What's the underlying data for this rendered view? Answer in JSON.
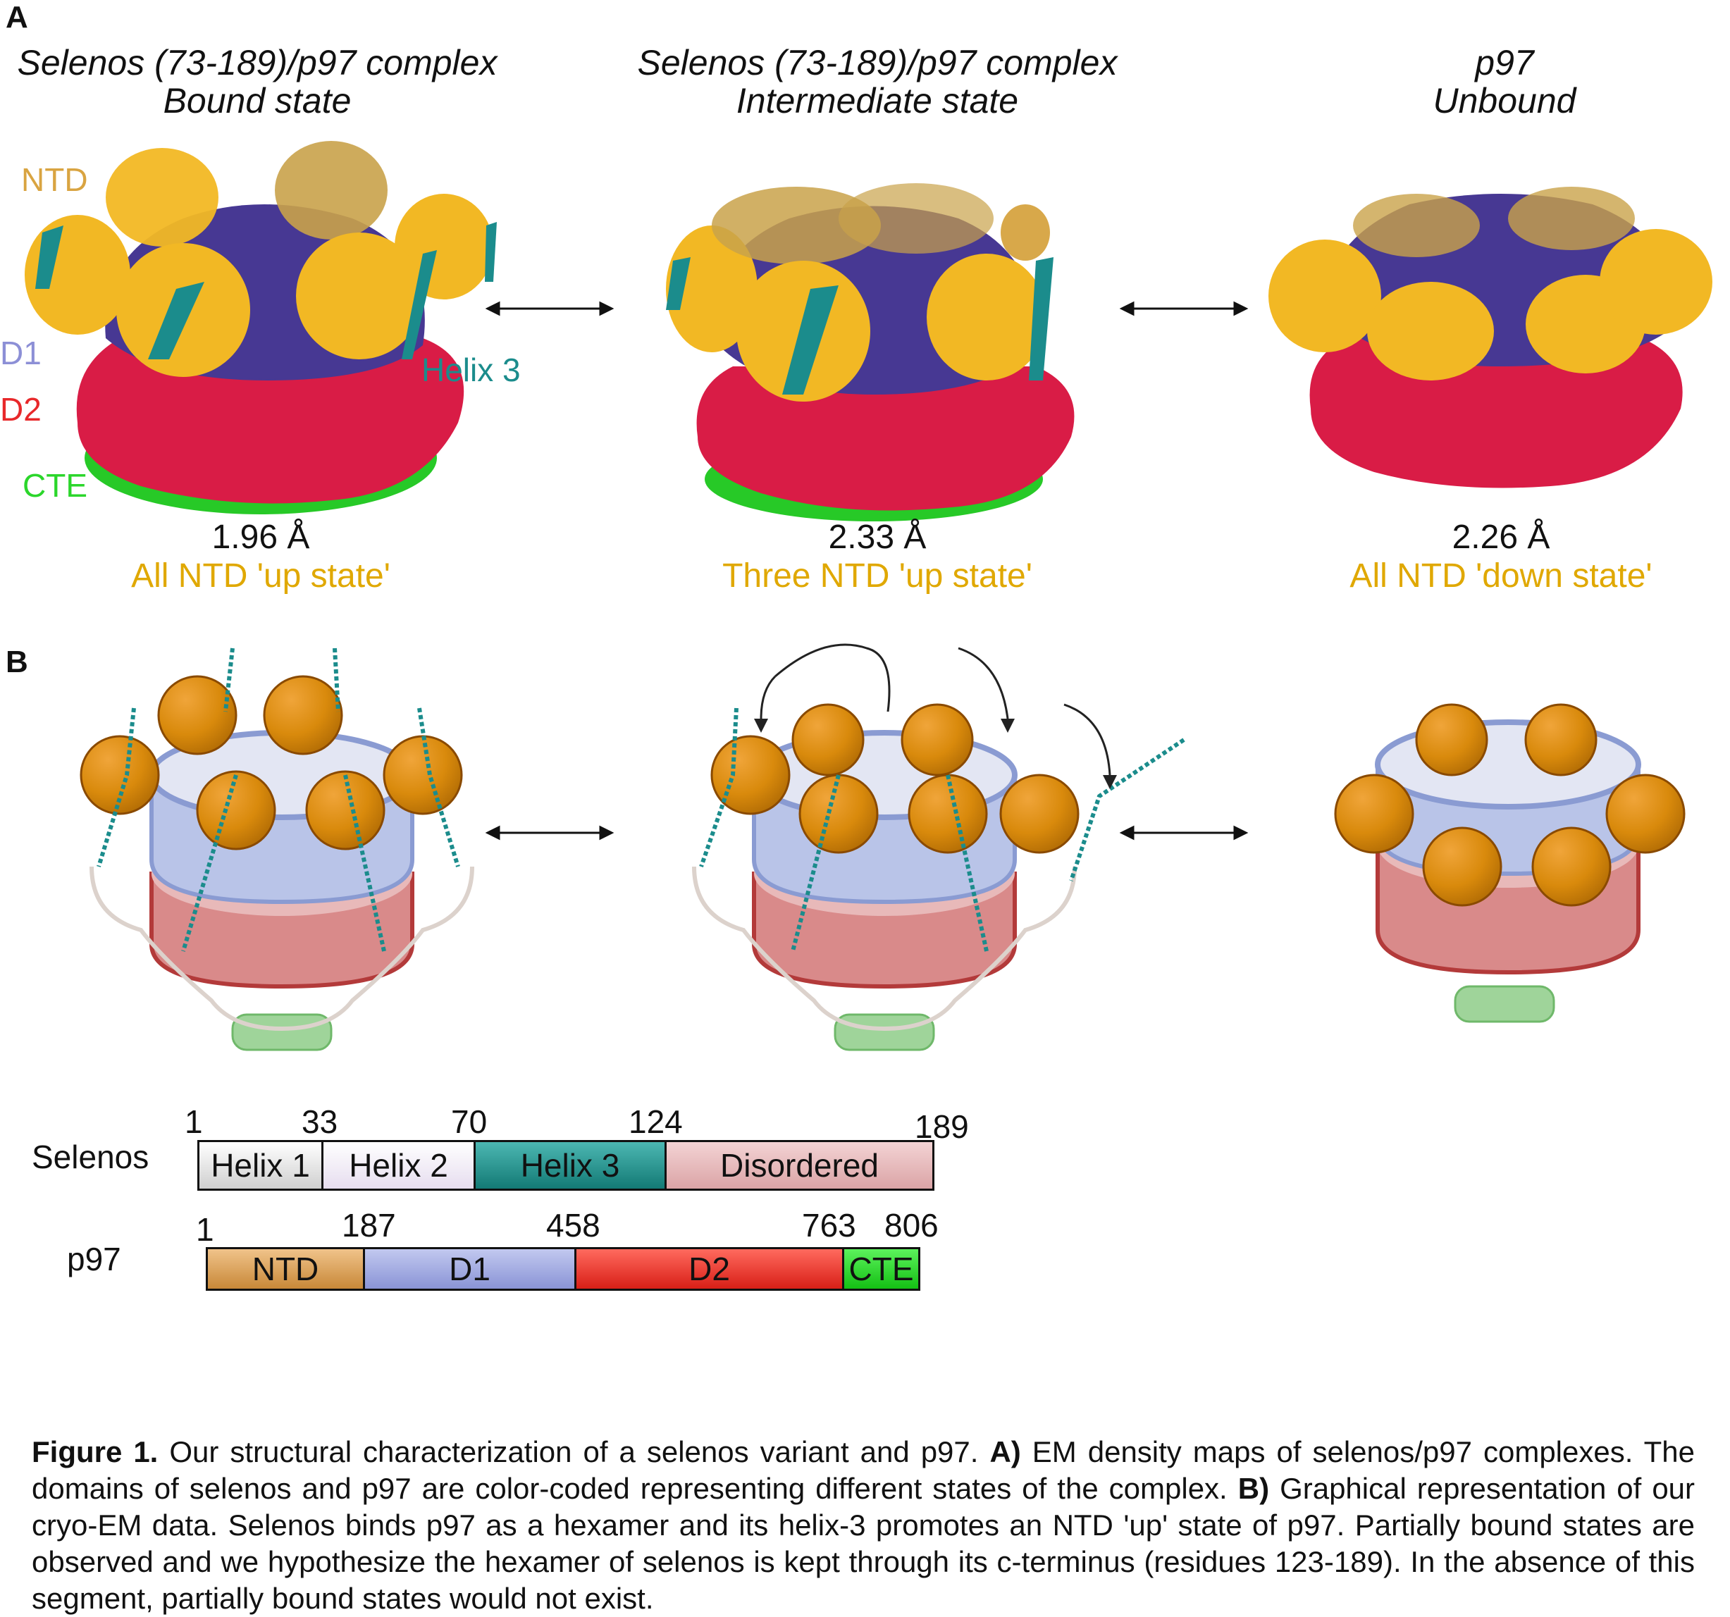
{
  "panel_a": {
    "letter": "A",
    "maps": [
      {
        "title_line1": "Selenos (73-189)/p97 complex",
        "title_line2": "Bound state",
        "resolution": "1.96 Å",
        "ntd_state": "All NTD 'up state'"
      },
      {
        "title_line1": "Selenos (73-189)/p97 complex",
        "title_line2": "Intermediate state",
        "resolution": "2.33 Å",
        "ntd_state": "Three NTD 'up state'"
      },
      {
        "title_line1": "p97",
        "title_line2": "Unbound",
        "resolution": "2.26 Å",
        "ntd_state": "All NTD 'down state'"
      }
    ],
    "domain_labels": {
      "ntd": "NTD",
      "d1": "D1",
      "d2": "D2",
      "cte": "CTE",
      "helix3": "Helix 3"
    }
  },
  "panel_b": {
    "letter": "B"
  },
  "selenos_bar": {
    "name": "Selenos",
    "boundaries": [
      "1",
      "33",
      "70",
      "124",
      "189"
    ],
    "segments": [
      {
        "label": "Helix 1",
        "color": "#f2f2f2"
      },
      {
        "label": "Helix 2",
        "color": "#efe8f4"
      },
      {
        "label": "Helix 3",
        "color": "#1f8f8a"
      },
      {
        "label": "Disordered",
        "color": "#e7b7b9"
      }
    ]
  },
  "p97_bar": {
    "name": "p97",
    "boundaries": [
      "1",
      "187",
      "458",
      "763",
      "806"
    ],
    "segments": [
      {
        "label": "NTD",
        "color": "#d99a4a"
      },
      {
        "label": "D1",
        "color": "#9aa3dc"
      },
      {
        "label": "D2",
        "color": "#e8281f"
      },
      {
        "label": "CTE",
        "color": "#1fd61f"
      }
    ]
  },
  "colors": {
    "ntd": "#f2b824",
    "d1": "#473893",
    "d2": "#d91c46",
    "cte": "#27c927",
    "helix": "#1b8c8c",
    "ntd_text": "#d9a441",
    "d1_text": "#8c8fd6",
    "d2_text": "#e8282a",
    "cte_text": "#2bd62b",
    "helix_text": "#1b8c8c",
    "state_text": "#e0a800"
  },
  "caption": {
    "fig_label": "Figure 1.",
    "intro": "Our structural characterization of a selenos variant and p97.",
    "a_label": "A)",
    "a_text": "EM density maps of selenos/p97 complexes. The domains of selenos and p97 are color-coded representing different states of the complex.",
    "b_label": "B)",
    "b_text": "Graphical representation of our cryo-EM data. Selenos binds p97 as a hexamer and its helix-3 promotes an NTD 'up' state of p97. Partially bound states are observed and we hypothesize the hexamer of selenos is kept through its c-terminus (residues 123-189). In the absence of this segment, partially bound states would not exist."
  }
}
